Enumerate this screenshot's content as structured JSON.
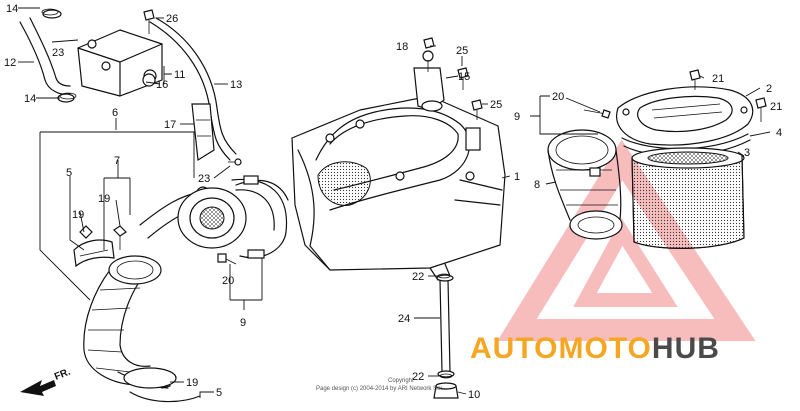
{
  "watermark": {
    "part1": "AUTOMOTO",
    "part2": "HUB",
    "color_part1": "#f5a623",
    "color_part2": "#4a4a4a",
    "triangle_color": "#f4a7a7"
  },
  "copyright_lines": [
    "Copyright",
    "Page design (c) 2004-2014 by ARI Network Ser..."
  ],
  "fr_label": "FR.",
  "callouts": {
    "c1": "1",
    "c2": "2",
    "c3": "3",
    "c4": "4",
    "c5a": "5",
    "c5b": "5",
    "c6": "6",
    "c7": "7",
    "c8": "8",
    "c9a": "9",
    "c9b": "9",
    "c10": "10",
    "c11": "11",
    "c12": "12",
    "c13": "13",
    "c14a": "14",
    "c14b": "14",
    "c15": "15",
    "c16": "16",
    "c17": "17",
    "c18": "18",
    "c19a": "19",
    "c19b": "19",
    "c19c": "19",
    "c20a": "20",
    "c20b": "20",
    "c21a": "21",
    "c21b": "21",
    "c22a": "22",
    "c22b": "22",
    "c23a": "23",
    "c23b": "23",
    "c24": "24",
    "c25a": "25",
    "c25b": "25",
    "c26": "26"
  }
}
